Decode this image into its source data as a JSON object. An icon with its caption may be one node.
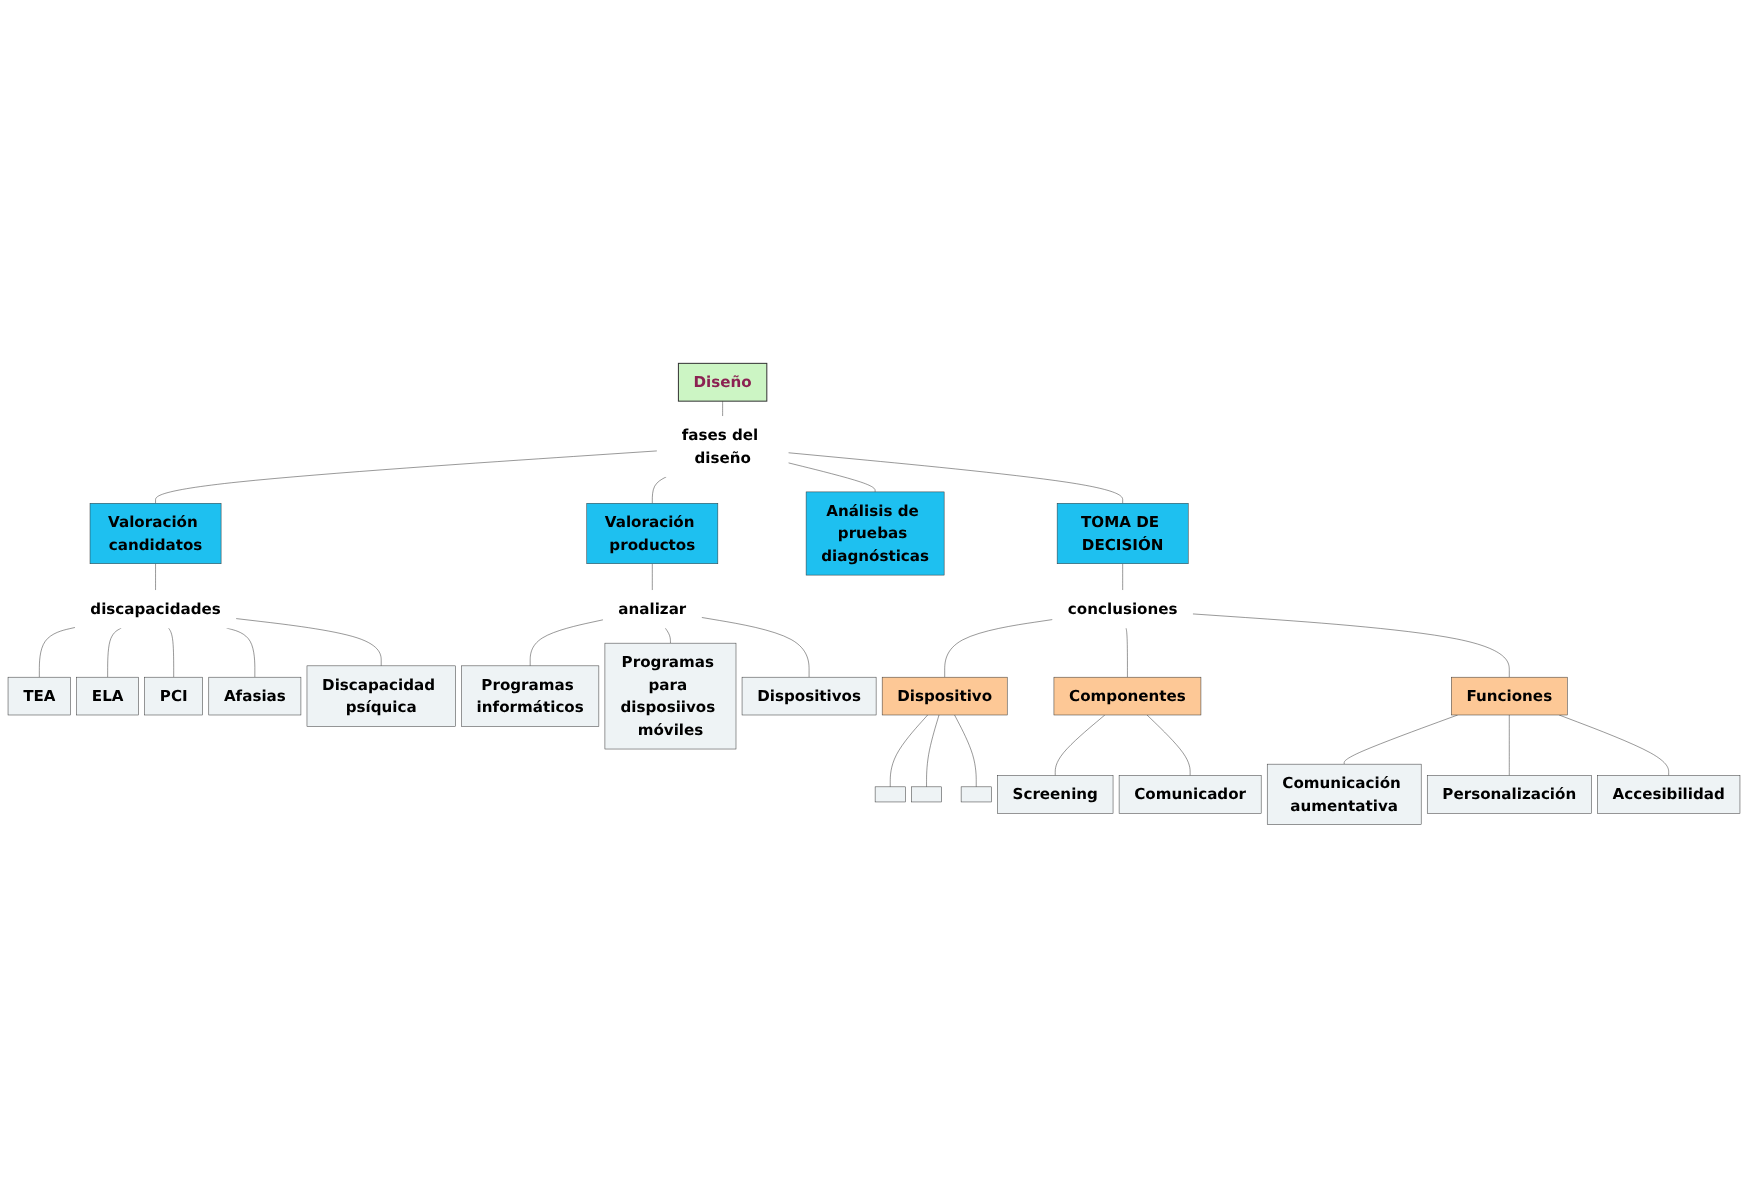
{
  "diagram": {
    "nodes": [
      {
        "text": [
          "Diseño"
        ]
      },
      {
        "text": [
          "fases del diseño"
        ]
      },
      {
        "text": [
          "Valoración candidatos"
        ]
      },
      {
        "text": [
          "Valoración productos"
        ]
      },
      {
        "text": [
          "Análisis de pruebas diagnósticas"
        ]
      },
      {
        "text": [
          "TOMA DE DECISIÓN"
        ]
      },
      {
        "text": [
          "discapacidades"
        ]
      },
      {
        "text": [
          "TEA"
        ]
      },
      {
        "text": [
          "ELA"
        ]
      },
      {
        "text": [
          "PCI"
        ]
      },
      {
        "text": [
          "Afasias"
        ]
      },
      {
        "text": [
          "Discapacidad psíquica"
        ]
      },
      {
        "text": [
          "analizar"
        ]
      },
      {
        "text": [
          "Programas informáticos"
        ]
      },
      {
        "text": [
          "Programas para disposiivos móviles"
        ]
      },
      {
        "text": [
          "Dispositivos"
        ]
      },
      {
        "text": [
          "conclusiones"
        ]
      },
      {
        "text": [
          "Dispositivo"
        ]
      },
      {
        "text": [
          "Componentes"
        ]
      },
      {
        "text": [
          "Funciones"
        ]
      },
      {
        "text": [],
        "shape": "box"
      },
      {
        "text": [],
        "shape": "box"
      },
      {
        "text": [],
        "shape": "box"
      },
      {
        "text": [
          "Screening"
        ]
      },
      {
        "text": [
          "Comunicador"
        ]
      },
      {
        "text": [
          "Comunicación aumentativa"
        ]
      },
      {
        "text": [
          "Personalización"
        ]
      },
      {
        "text": [
          "Accesibilidad"
        ]
      }
    ],
    "edges": [
      {
        "from": 0,
        "to": 1,
        "arrow": "none"
      },
      {
        "from": 1,
        "to": 2,
        "arrow": "none"
      },
      {
        "from": 1,
        "to": 3,
        "arrow": "none"
      },
      {
        "from": 1,
        "to": 4,
        "arrow": "none"
      },
      {
        "from": 1,
        "to": 5,
        "arrow": "none"
      },
      {
        "from": 2,
        "to": 6,
        "arrow": "none"
      },
      {
        "from": 6,
        "to": 7,
        "arrow": "none"
      },
      {
        "from": 6,
        "to": 8,
        "arrow": "none"
      },
      {
        "from": 6,
        "to": 9,
        "arrow": "none"
      },
      {
        "from": 6,
        "to": 10,
        "arrow": "none"
      },
      {
        "from": 6,
        "to": 11,
        "arrow": "none"
      },
      {
        "from": 3,
        "to": 12,
        "arrow": "none"
      },
      {
        "from": 12,
        "to": 13,
        "arrow": "none"
      },
      {
        "from": 12,
        "to": 14,
        "arrow": "none"
      },
      {
        "from": 12,
        "to": 15,
        "arrow": "none"
      },
      {
        "from": 5,
        "to": 16,
        "arrow": "none"
      },
      {
        "from": 16,
        "to": 17,
        "arrow": "none"
      },
      {
        "from": 16,
        "to": 18,
        "arrow": "none"
      },
      {
        "from": 16,
        "to": 19,
        "arrow": "none"
      },
      {
        "from": 17,
        "to": 20,
        "arrow": "none"
      },
      {
        "from": 17,
        "to": 21,
        "arrow": "none"
      },
      {
        "from": 17,
        "to": 22,
        "arrow": "none"
      },
      {
        "from": 18,
        "to": 23,
        "arrow": "none"
      },
      {
        "from": 18,
        "to": 24,
        "arrow": "none"
      },
      {
        "from": 19,
        "to": 25,
        "arrow": "none"
      },
      {
        "from": 19,
        "to": 26,
        "arrow": "none"
      },
      {
        "from": 19,
        "to": 27,
        "arrow": "none"
      }
    ]
  }
}
